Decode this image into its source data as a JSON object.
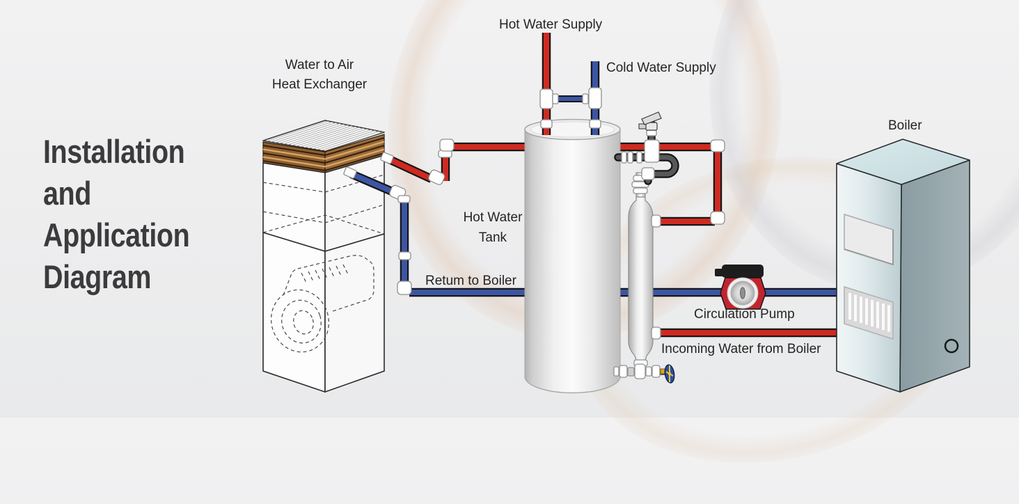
{
  "title": {
    "lines": [
      "Installation",
      "and",
      "Application",
      "Diagram"
    ]
  },
  "labels": {
    "heat_exchanger_line1": "Water to Air",
    "heat_exchanger_line2": "Heat Exchanger",
    "hot_water_supply": "Hot Water Supply",
    "cold_water_supply": "Cold Water Supply",
    "tank_line1": "Hot Water",
    "tank_line2": "Tank",
    "return_to_boiler": "Retum to Boiler",
    "circulation_pump": "Circulation Pump",
    "incoming_water": "Incoming Water from Boiler",
    "boiler": "Boiler"
  },
  "colors": {
    "hot_pipe": "#cf2a21",
    "cold_pipe": "#3c55a4",
    "steel_pipe": "#585858",
    "pump_body": "#c2242e",
    "copper_coil": "#8f5f30",
    "title_text": "#3b3b3d",
    "label_text": "#242424"
  }
}
